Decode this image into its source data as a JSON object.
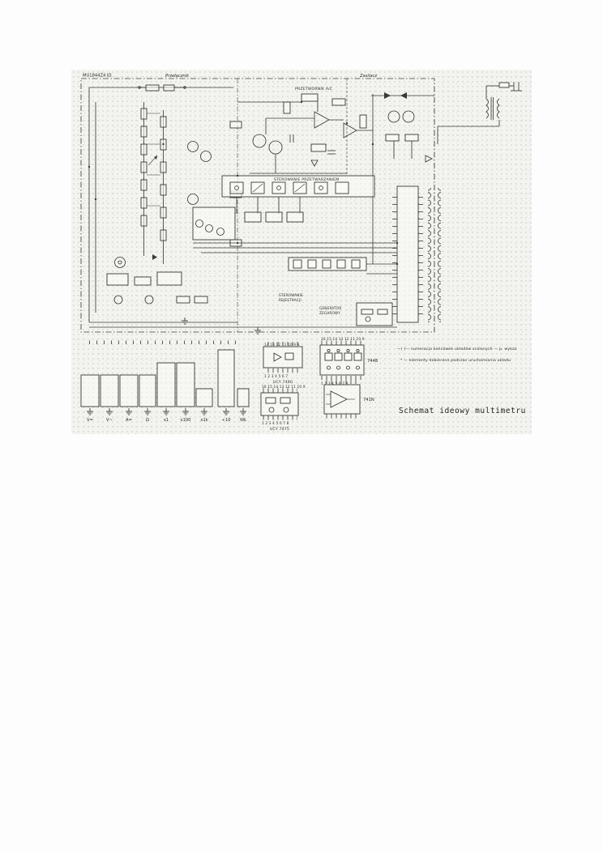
{
  "page": {
    "caption": "Schemat ideowy multimetru"
  },
  "schematic": {
    "header_left": "MU1844Z4 IΩ",
    "sections": {
      "input": "Przełącznik",
      "adc": "PRZETWORNIK A/C",
      "power": "Zasilacz"
    },
    "blocks": {
      "conversion_control": "STEROWANIE PRZETWARZANIEM",
      "registration_line1": "STEROWANIE",
      "registration_line2": "REJESTRACJI",
      "clock_line1": "GENERATOR",
      "clock_line2": "ZEGAROWY"
    }
  },
  "switch_bank": {
    "labels": [
      "V=",
      "V~",
      "A=",
      "Ω",
      "x1",
      "x100",
      "x1k",
      "÷10",
      "WŁ"
    ]
  },
  "pinouts": {
    "ic1": {
      "pins_top": "14 13 12 11 10 9 8",
      "pins_bottom": "1 2 3 4 5 6 7",
      "caption": "UCY 7490"
    },
    "ic2": {
      "pins_top": "16 15 14 13 12 11 10 9",
      "pins_bottom": "1 2 3 4 5 6 7 8",
      "name": "7448"
    },
    "ic3": {
      "pins_top": "16 15 14 13 12 11 10 9",
      "pins_bottom": "1 2 3 4 5 6 7 8",
      "caption": "UCY 7475"
    },
    "ic4": {
      "name": "741N"
    }
  },
  "legend": {
    "line1": "—( )— numeracja końcówek układów scalonych — p. wykaz",
    "line2": "* — elementy dobierane podczas uruchamiania układu"
  }
}
